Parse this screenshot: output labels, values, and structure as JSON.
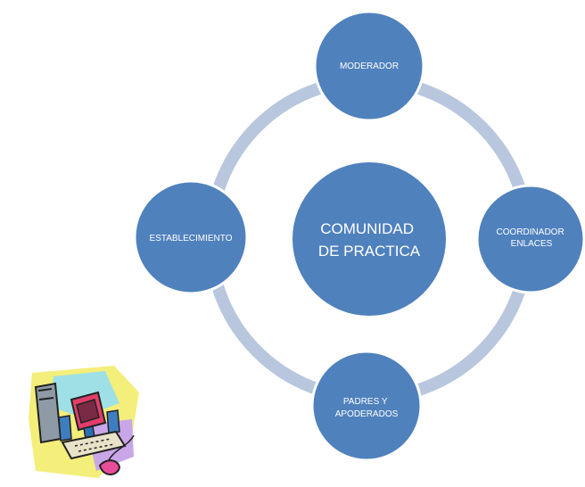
{
  "diagram": {
    "center": {
      "lines": [
        "COMUNIDAD",
        "DE PRACTICA"
      ]
    },
    "nodes": {
      "top": {
        "lines": [
          "MODERADOR"
        ]
      },
      "right": {
        "lines": [
          "COORDINADOR",
          "ENLACES"
        ]
      },
      "bottom": {
        "lines": [
          "PADRES Y",
          "APODERADOS"
        ]
      },
      "left": {
        "lines": [
          "ESTABLECIMIENTO"
        ]
      }
    },
    "clipart": {
      "icon": "computer-clipart-icon"
    },
    "colors": {
      "node_fill": "#4F81BD",
      "node_stroke": "#ffffff",
      "ring": "#B8C7DE",
      "text": "#ffffff"
    }
  }
}
